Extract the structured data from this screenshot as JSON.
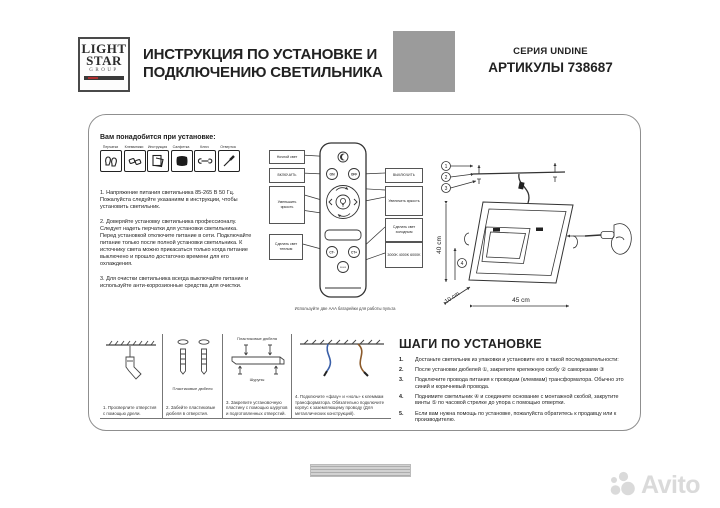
{
  "header": {
    "logo_line1": "LIGHT",
    "logo_line2": "STAR",
    "logo_line3": "GROUP",
    "title_line1": "ИНСТРУКЦИЯ ПО УСТАНОВКЕ И",
    "title_line2": "ПОДКЛЮЧЕНИЮ СВЕТИЛЬНИКА",
    "series": "СЕРИЯ UNDINE",
    "articles": "АРТИКУЛЫ 738687"
  },
  "tools": {
    "heading": "Вам понадобится при установке:",
    "items": [
      {
        "label": "Перчатки",
        "icon": "gloves-icon"
      },
      {
        "label": "Клеммники",
        "icon": "terminal-blocks-icon"
      },
      {
        "label": "Инструкция",
        "icon": "manual-icon"
      },
      {
        "label": "Салфетка",
        "icon": "cloth-icon"
      },
      {
        "label": "Ключ",
        "icon": "wrench-icon"
      },
      {
        "label": "Отвертка",
        "icon": "screwdriver-icon"
      }
    ]
  },
  "warnings": [
    "1. Напряжение питания светильника 85-265 В 50 Гц. Пожалуйста следуйте указаниям в инструкции, чтобы установить светильник.",
    "2. Доверяйте установку светильника профессионалу. Следует надеть перчатки для установки светильника. Перед установкой отключите питание в сети. Подключайте питание только после полной установки светильника. К источнику света можно прикасаться только когда питание выключено и прошло достаточно времени для его охлаждения.",
    "3. Для очистки светильника всегда выключайте питание и используйте анти-коррозионные средства для очистки."
  ],
  "remote": {
    "callouts_left": [
      "Ночной свет",
      "ВКЛЮЧИТЬ",
      "Уменьшить яркость",
      "Сделать свет теплым"
    ],
    "callouts_right": [
      "ВЫКЛЮЧИТЬ",
      "Увеличить яркость",
      "Сделать свет холодным",
      "3000K 4000K 6000K"
    ],
    "buttons": {
      "on": "ON",
      "off": "OFF",
      "ct_minus": "CT-",
      "ct_plus": "CT+",
      "cycle": "3000K"
    },
    "caption": "Используйте две AAA батарейки для работы пульта"
  },
  "diagram": {
    "callout_1": "1",
    "callout_2": "2",
    "callout_3": "3",
    "callout_4": "4",
    "height_label": "40 cm",
    "depth_label": "10 cm",
    "width_label": "45 cm"
  },
  "mount_steps": [
    {
      "caption": "1. Просверлите отверстия с помощью дрели."
    },
    {
      "label": "Пластиковые дюбеля",
      "caption": "2. Забейте пластиковые дюбеля в отверстия."
    },
    {
      "label_top": "Пластиковые дюбеля",
      "label_bottom": "Шурупы",
      "caption": "3. Закрепите установочную пластину с помощью шурупов и подготовленных отверстий."
    },
    {
      "caption": "4. Подключите «фазу» и «ноль» к клеммам трансформатора. Обязательно подключите корпус к заземляющему проводу (Для металлических конструкций)."
    }
  ],
  "install": {
    "heading": "ШАГИ ПО УСТАНОВКЕ",
    "steps": [
      {
        "num": "1.",
        "text": "Достаньте светильник из упаковки и установите его в такой последовательности:"
      },
      {
        "num": "2.",
        "text": "После установки дюбелей ①, закрепите крепежную скобу ② саморезами ③"
      },
      {
        "num": "3.",
        "text": "Подключите провода питания к проводам (клеммам) трансформатора. Обычно это синий и коричневый провода."
      },
      {
        "num": "4.",
        "text": "Поднимите светильник ④ и соедините основание с монтажной скобой, закрутите винты ⑤ по часовой стрелке до упора с помощью отвертки."
      },
      {
        "num": "5.",
        "text": "Если вам нужна помощь по установке, пожалуйста обратитесь к продавцу или к производителю."
      }
    ]
  },
  "watermark": {
    "text": "Avito"
  },
  "colors": {
    "accent_red": "#b03030",
    "wire_blue": "#3a5fa8",
    "wire_brown": "#8b5a2b",
    "placeholder_gray": "#9b9b9b",
    "watermark_gray": "#dadada"
  }
}
